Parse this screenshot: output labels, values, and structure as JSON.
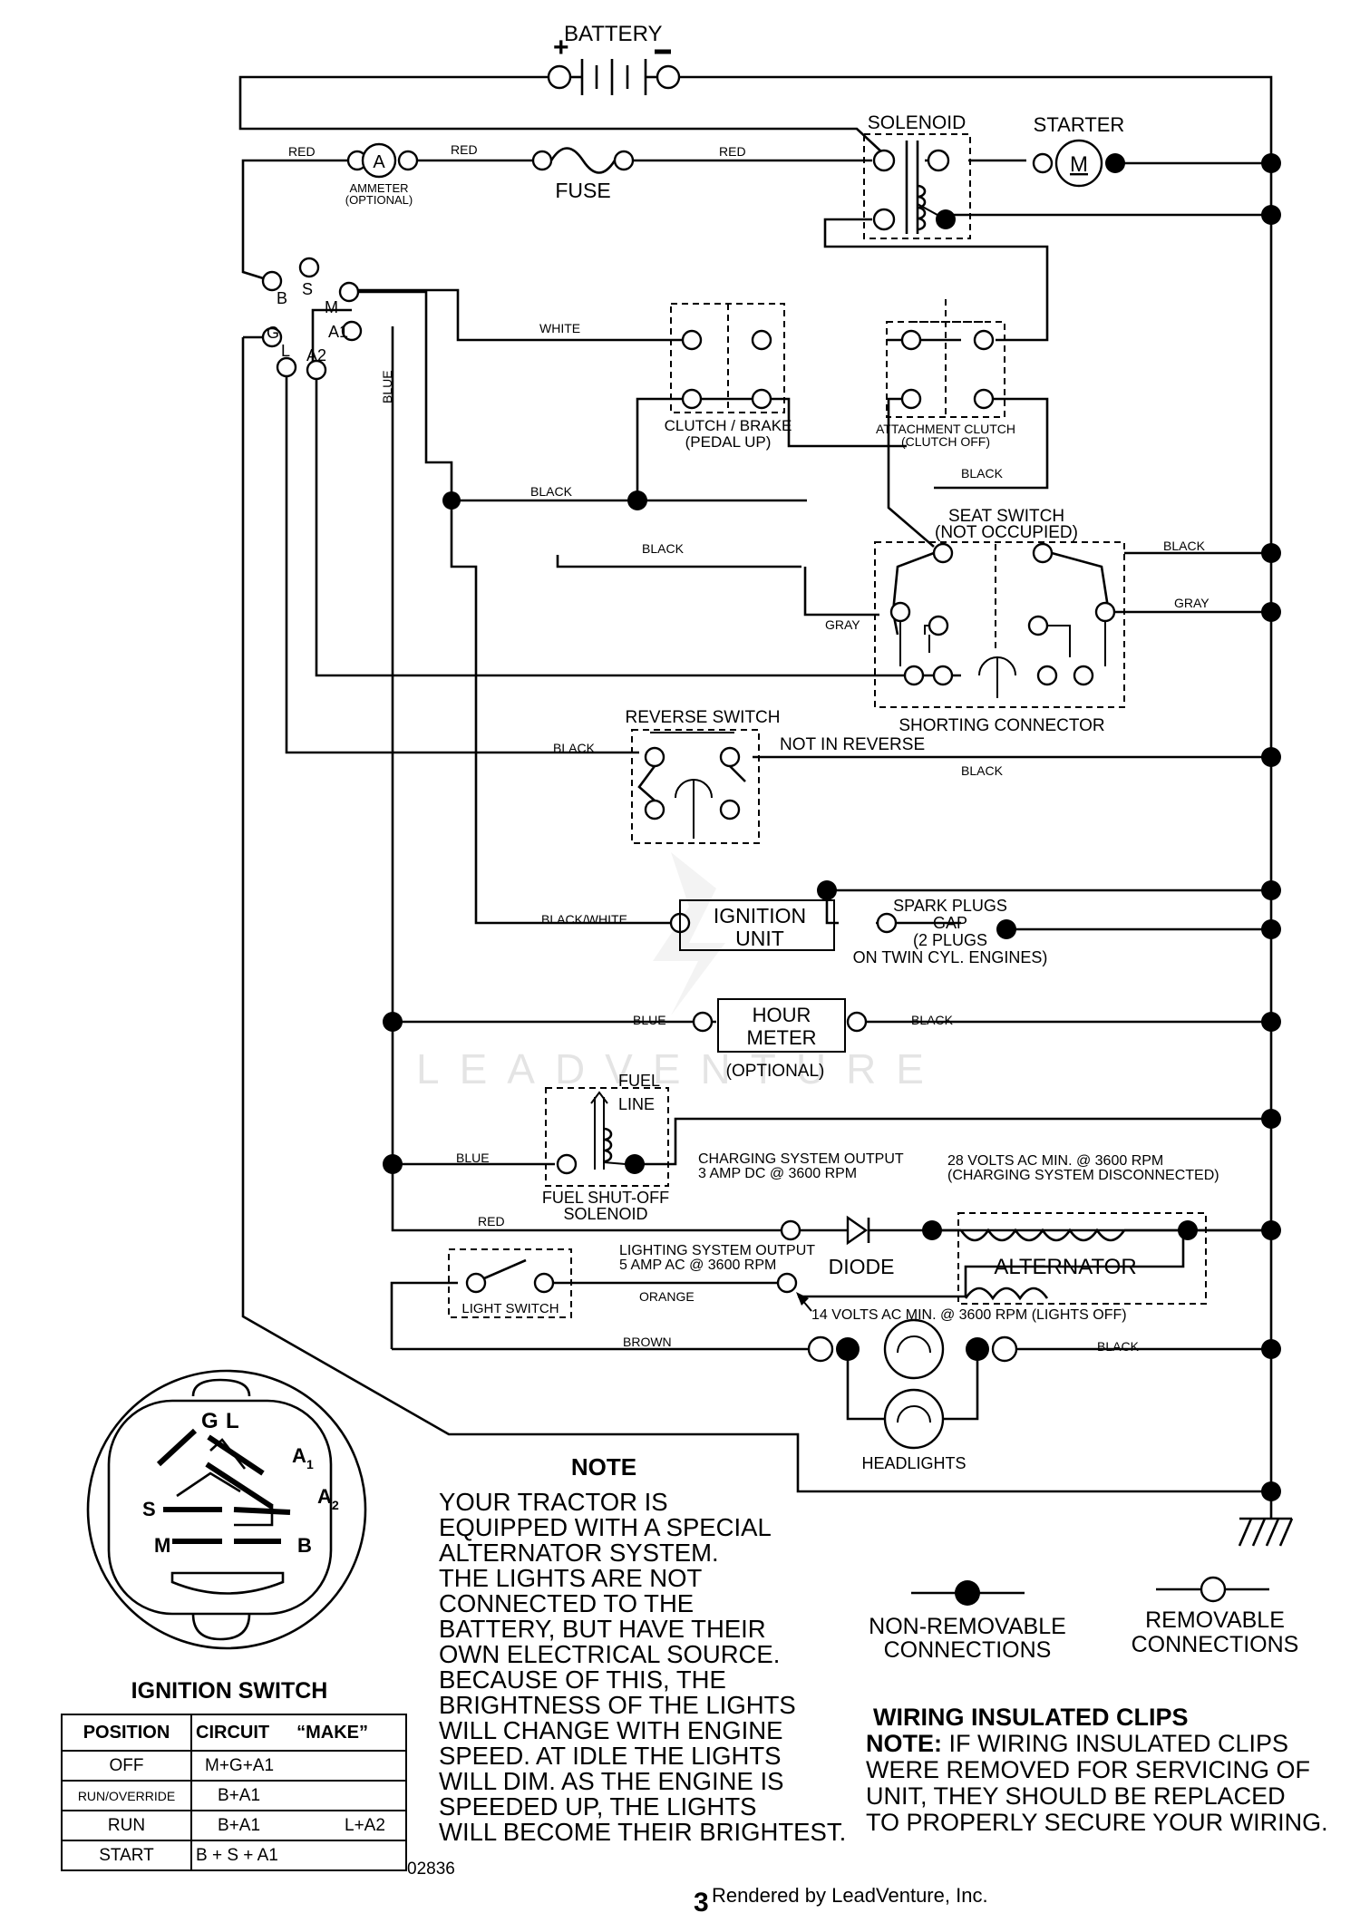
{
  "components": {
    "battery": "BATTERY",
    "solenoid": "SOLENOID",
    "starter": "STARTER",
    "starter_symbol": "M",
    "ammeter_symbol": "A",
    "ammeter": "AMMETER",
    "ammeter_optional": "(OPTIONAL)",
    "fuse": "FUSE",
    "clutch_brake": "CLUTCH / BRAKE",
    "clutch_brake_state": "(PEDAL UP)",
    "attachment_clutch": "ATTACHMENT CLUTCH",
    "attachment_clutch_state": "(CLUTCH OFF)",
    "seat_switch": "SEAT SWITCH",
    "seat_switch_state": "(NOT OCCUPIED)",
    "shorting_connector": "SHORTING CONNECTOR",
    "reverse_switch": "REVERSE SWITCH",
    "not_in_reverse": "NOT IN REVERSE",
    "ignition_unit_1": "IGNITION",
    "ignition_unit_2": "UNIT",
    "spark_plugs_1": "SPARK PLUGS",
    "spark_plugs_2": "GAP",
    "spark_plugs_3": "(2 PLUGS",
    "spark_plugs_4": "ON TWIN CYL. ENGINES)",
    "hour_meter_1": "HOUR",
    "hour_meter_2": "METER",
    "hour_meter_optional": "(OPTIONAL)",
    "fuel_line_1": "FUEL",
    "fuel_line_2": "LINE",
    "fuel_solenoid_1": "FUEL SHUT-OFF",
    "fuel_solenoid_2": "SOLENOID",
    "charging_output_1": "CHARGING SYSTEM OUTPUT",
    "charging_output_2": "3 AMP DC @ 3600 RPM",
    "volts28_1": "28 VOLTS AC MIN. @ 3600 RPM",
    "volts28_2": "(CHARGING SYSTEM DISCONNECTED)",
    "diode": "DIODE",
    "alternator": "ALTERNATOR",
    "lighting_output_1": "LIGHTING SYSTEM OUTPUT",
    "lighting_output_2": "5 AMP AC @ 3600 RPM",
    "volts14": "14 VOLTS AC MIN. @ 3600 RPM (LIGHTS OFF)",
    "light_switch": "LIGHT SWITCH",
    "headlights": "HEADLIGHTS"
  },
  "terminals": {
    "B": "B",
    "S": "S",
    "M": "M",
    "G": "G",
    "L": "L",
    "A1": "A1",
    "A2": "A2"
  },
  "wires": {
    "red": "RED",
    "white": "WHITE",
    "blue": "BLUE",
    "black": "BLACK",
    "gray": "GRAY",
    "black_white": "BLACK/WHITE",
    "orange": "ORANGE",
    "brown": "BROWN"
  },
  "ignition_face": {
    "G": "G",
    "L": "L",
    "A": "A",
    "sub1": "1",
    "sub2": "2",
    "S": "S",
    "M": "M",
    "B": "B"
  },
  "ignition_switch": {
    "title": "IGNITION SWITCH",
    "headers": {
      "position": "POSITION",
      "circuit": "CIRCUIT",
      "make": "“MAKE”"
    },
    "rows": [
      {
        "position": "OFF",
        "circuit": "M+G+A1",
        "extra": ""
      },
      {
        "position": "RUN/OVERRIDE",
        "circuit": "B+A1",
        "extra": ""
      },
      {
        "position": "RUN",
        "circuit": "B+A1",
        "extra": "L+A2"
      },
      {
        "position": "START",
        "circuit": "B + S + A1",
        "extra": ""
      }
    ]
  },
  "note": {
    "title": "NOTE",
    "lines": [
      "YOUR TRACTOR IS",
      "EQUIPPED WITH A SPECIAL",
      "ALTERNATOR SYSTEM.",
      "THE LIGHTS ARE NOT",
      "CONNECTED TO THE",
      "BATTERY, BUT HAVE THEIR",
      "OWN ELECTRICAL SOURCE.",
      "BECAUSE OF THIS, THE",
      "BRIGHTNESS OF THE LIGHTS",
      "WILL CHANGE WITH ENGINE",
      "SPEED.  AT IDLE THE LIGHTS",
      "WILL DIM.  AS THE ENGINE IS",
      "SPEEDED UP, THE LIGHTS",
      "WILL BECOME THEIR BRIGHTEST."
    ]
  },
  "legend": {
    "non_removable_1": "NON-REMOVABLE",
    "non_removable_2": "CONNECTIONS",
    "removable_1": "REMOVABLE",
    "removable_2": "CONNECTIONS"
  },
  "clips": {
    "title": "WIRING INSULATED CLIPS",
    "note_label": "NOTE:",
    "line1": " IF WIRING INSULATED CLIPS",
    "line2": "WERE REMOVED FOR SERVICING OF",
    "line3": " UNIT, THEY SHOULD BE REPLACED",
    "line4": "TO PROPERLY SECURE YOUR WIRING."
  },
  "watermark": "LEADVENTURE",
  "figure_number": "02836",
  "page_number": "3",
  "footer": "Rendered by LeadVenture, Inc."
}
